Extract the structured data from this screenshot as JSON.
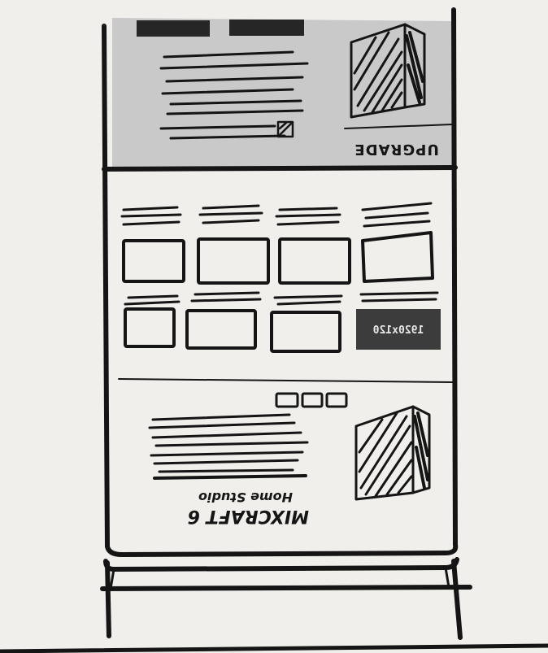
{
  "sketch": {
    "top_panel": {
      "label": "UPGRADE"
    },
    "grid_panel": {
      "highlight_tile_label": "1920x120"
    },
    "bottom_panel": {
      "title": "MIXCRAFT 6",
      "subtitle": "Home Studio"
    }
  },
  "colors": {
    "ink": "#151515",
    "paper": "#f0efec",
    "marker_gray": "#c9c9c9",
    "dark_tile": "#3c3c3c"
  }
}
